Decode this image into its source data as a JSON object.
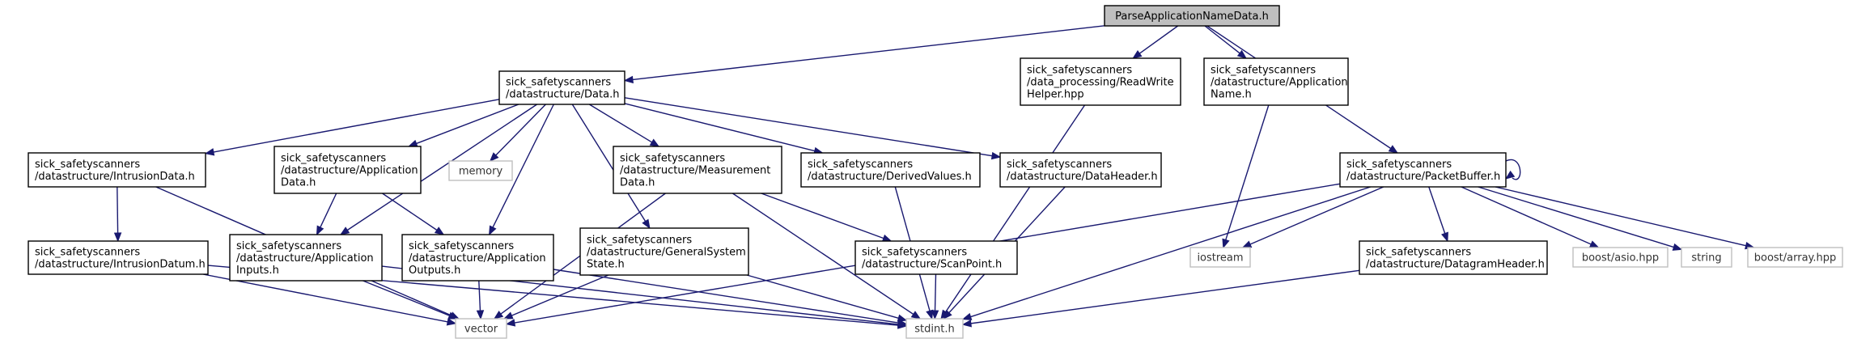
{
  "graph": {
    "colors": {
      "edge": "#191970",
      "root_fill": "#bfbfbf",
      "node_border": "#000000",
      "system_border": "#bfbfbf"
    },
    "nodes": [
      {
        "id": "root",
        "kind": "root",
        "lines": [
          "ParseApplicationNameData.h"
        ]
      },
      {
        "id": "data",
        "kind": "local",
        "lines": [
          "sick_safetyscanners",
          "/datastructure/Data.h"
        ]
      },
      {
        "id": "rwh",
        "kind": "local",
        "lines": [
          "sick_safetyscanners",
          "/data_processing/ReadWrite",
          "Helper.hpp"
        ]
      },
      {
        "id": "appname",
        "kind": "local",
        "lines": [
          "sick_safetyscanners",
          "/datastructure/Application",
          "Name.h"
        ]
      },
      {
        "id": "intrusiondata",
        "kind": "local",
        "lines": [
          "sick_safetyscanners",
          "/datastructure/IntrusionData.h"
        ]
      },
      {
        "id": "appdata",
        "kind": "local",
        "lines": [
          "sick_safetyscanners",
          "/datastructure/Application",
          "Data.h"
        ]
      },
      {
        "id": "memory",
        "kind": "system",
        "lines": [
          "memory"
        ]
      },
      {
        "id": "measurement",
        "kind": "local",
        "lines": [
          "sick_safetyscanners",
          "/datastructure/Measurement",
          "Data.h"
        ]
      },
      {
        "id": "derived",
        "kind": "local",
        "lines": [
          "sick_safetyscanners",
          "/datastructure/DerivedValues.h"
        ]
      },
      {
        "id": "dataheader",
        "kind": "local",
        "lines": [
          "sick_safetyscanners",
          "/datastructure/DataHeader.h"
        ]
      },
      {
        "id": "packetbuffer",
        "kind": "local",
        "lines": [
          "sick_safetyscanners",
          "/datastructure/PacketBuffer.h"
        ]
      },
      {
        "id": "intrusiondatum",
        "kind": "local",
        "lines": [
          "sick_safetyscanners",
          "/datastructure/IntrusionDatum.h"
        ]
      },
      {
        "id": "appinputs",
        "kind": "local",
        "lines": [
          "sick_safetyscanners",
          "/datastructure/Application",
          "Inputs.h"
        ]
      },
      {
        "id": "appoutputs",
        "kind": "local",
        "lines": [
          "sick_safetyscanners",
          "/datastructure/Application",
          "Outputs.h"
        ]
      },
      {
        "id": "gss",
        "kind": "local",
        "lines": [
          "sick_safetyscanners",
          "/datastructure/GeneralSystem",
          "State.h"
        ]
      },
      {
        "id": "scanpoint",
        "kind": "local",
        "lines": [
          "sick_safetyscanners",
          "/datastructure/ScanPoint.h"
        ]
      },
      {
        "id": "iostream",
        "kind": "system",
        "lines": [
          "iostream"
        ]
      },
      {
        "id": "datagram",
        "kind": "local",
        "lines": [
          "sick_safetyscanners",
          "/datastructure/DatagramHeader.h"
        ]
      },
      {
        "id": "boostasio",
        "kind": "system",
        "lines": [
          "boost/asio.hpp"
        ]
      },
      {
        "id": "string",
        "kind": "system",
        "lines": [
          "string"
        ]
      },
      {
        "id": "boostarray",
        "kind": "system",
        "lines": [
          "boost/array.hpp"
        ]
      },
      {
        "id": "vector",
        "kind": "system",
        "lines": [
          "vector"
        ]
      },
      {
        "id": "stdint",
        "kind": "system",
        "lines": [
          "stdint.h"
        ]
      }
    ],
    "edges": [
      [
        "root",
        "data"
      ],
      [
        "root",
        "rwh"
      ],
      [
        "root",
        "appname"
      ],
      [
        "root",
        "packetbuffer"
      ],
      [
        "data",
        "intrusiondata"
      ],
      [
        "data",
        "appdata"
      ],
      [
        "data",
        "appinputs"
      ],
      [
        "data",
        "memory"
      ],
      [
        "data",
        "appoutputs"
      ],
      [
        "data",
        "gss"
      ],
      [
        "data",
        "measurement"
      ],
      [
        "data",
        "derived"
      ],
      [
        "data",
        "dataheader"
      ],
      [
        "intrusiondata",
        "intrusiondatum"
      ],
      [
        "intrusiondata",
        "vector"
      ],
      [
        "appdata",
        "appinputs"
      ],
      [
        "appdata",
        "appoutputs"
      ],
      [
        "intrusiondatum",
        "vector"
      ],
      [
        "intrusiondatum",
        "stdint"
      ],
      [
        "appinputs",
        "vector"
      ],
      [
        "appinputs",
        "stdint"
      ],
      [
        "appoutputs",
        "vector"
      ],
      [
        "appoutputs",
        "stdint"
      ],
      [
        "gss",
        "vector"
      ],
      [
        "gss",
        "stdint"
      ],
      [
        "measurement",
        "vector"
      ],
      [
        "measurement",
        "stdint"
      ],
      [
        "measurement",
        "scanpoint"
      ],
      [
        "scanpoint",
        "stdint"
      ],
      [
        "derived",
        "stdint"
      ],
      [
        "dataheader",
        "stdint"
      ],
      [
        "rwh",
        "stdint"
      ],
      [
        "appname",
        "iostream"
      ],
      [
        "packetbuffer",
        "packetbuffer"
      ],
      [
        "packetbuffer",
        "iostream"
      ],
      [
        "packetbuffer",
        "vector"
      ],
      [
        "packetbuffer",
        "stdint"
      ],
      [
        "packetbuffer",
        "datagram"
      ],
      [
        "packetbuffer",
        "boostasio"
      ],
      [
        "packetbuffer",
        "string"
      ],
      [
        "packetbuffer",
        "boostarray"
      ],
      [
        "datagram",
        "stdint"
      ]
    ]
  }
}
